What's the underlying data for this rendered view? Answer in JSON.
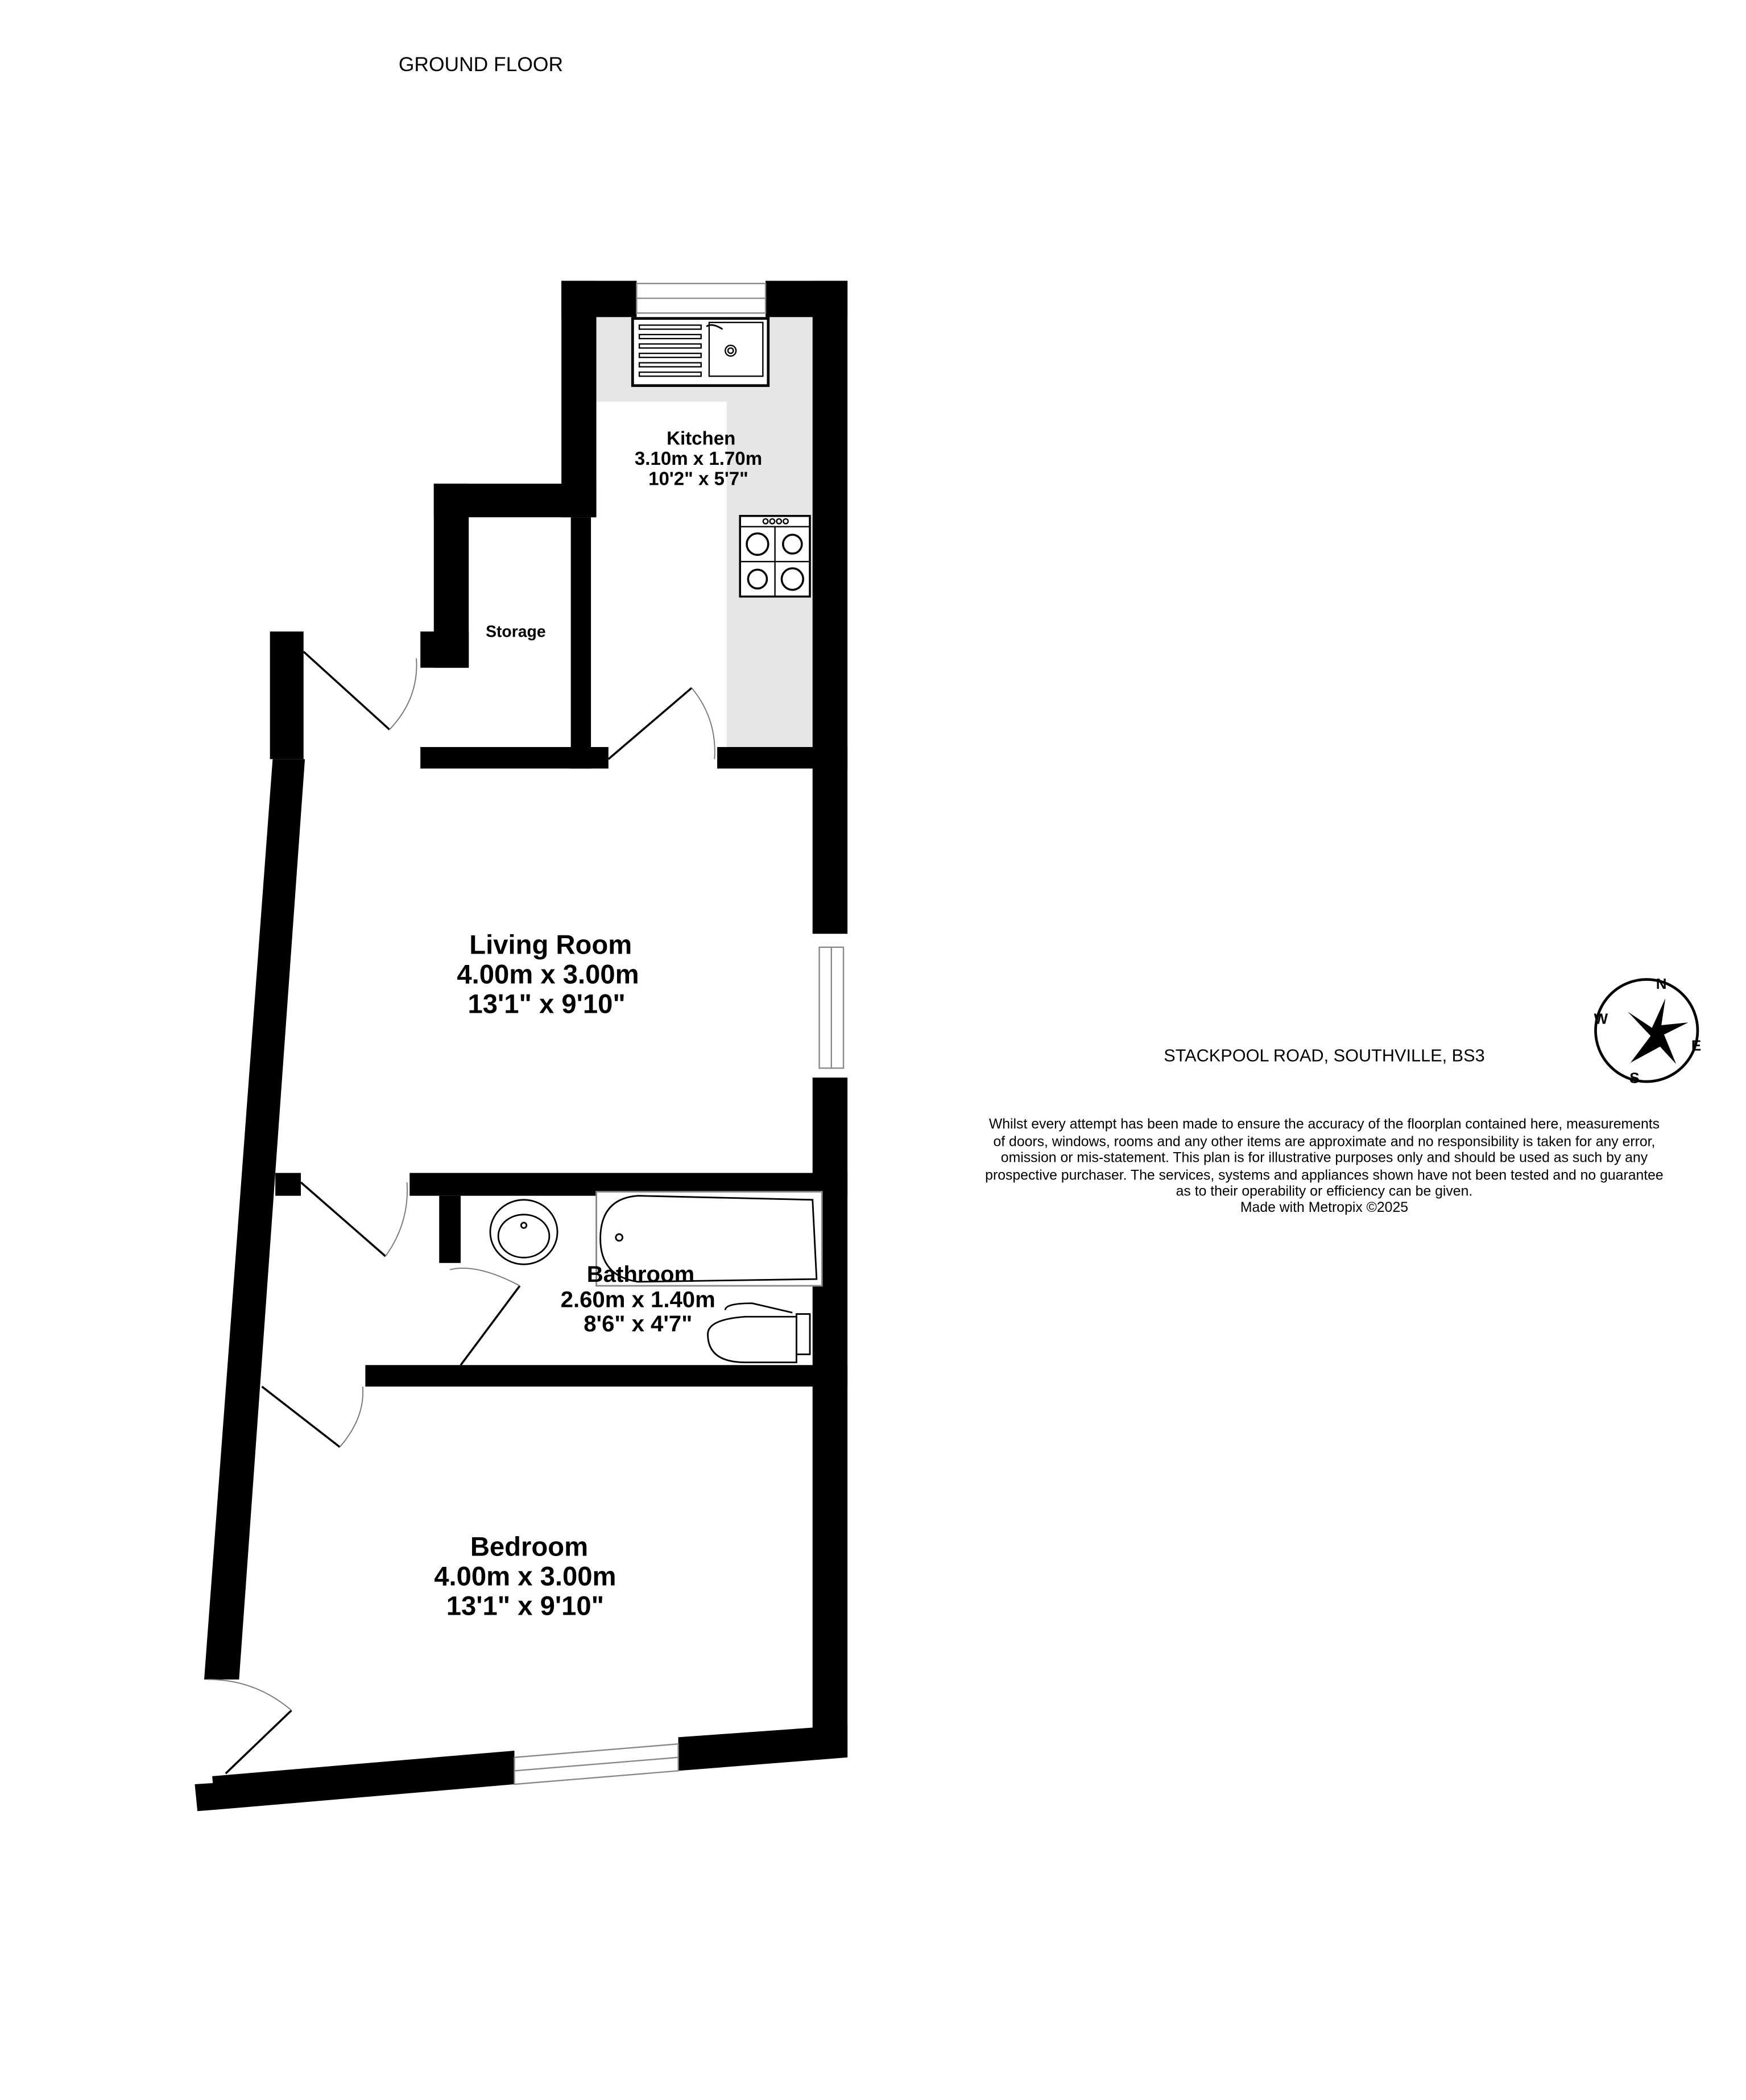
{
  "floor_label": "GROUND FLOOR",
  "address": "STACKPOOL ROAD, SOUTHVILLE, BS3",
  "rooms": [
    {
      "name": "Kitchen",
      "metric": "3.10m  x 1.70m",
      "imperial": "10'2\"  x 5'7\""
    },
    {
      "name": "Storage"
    },
    {
      "name": "Living Room",
      "metric": "4.00m  x 3.00m",
      "imperial": "13'1\"  x 9'10\""
    },
    {
      "name": "Bathroom",
      "metric": "2.60m  x 1.40m",
      "imperial": "8'6\"  x 4'7\""
    },
    {
      "name": "Bedroom",
      "metric": "4.00m  x 3.00m",
      "imperial": "13'1\"  x 9'10\""
    }
  ],
  "compass": {
    "n": "N",
    "e": "E",
    "s": "S",
    "w": "W"
  },
  "disclaimer": [
    "Whilst every attempt has been made to ensure the accuracy of the floorplan contained here, measurements",
    "of doors, windows, rooms and any other items are approximate and no responsibility is taken for any error,",
    "omission or mis-statement. This plan is for illustrative purposes only and should be used as such by any",
    "prospective purchaser. The services, systems and appliances shown have not been tested and no guarantee",
    "as to their operability or efficiency can be given.",
    "Made with Metropix ©2025"
  ],
  "colors": {
    "wall": "#000000",
    "kitchen_units": "#e6e6e6"
  }
}
